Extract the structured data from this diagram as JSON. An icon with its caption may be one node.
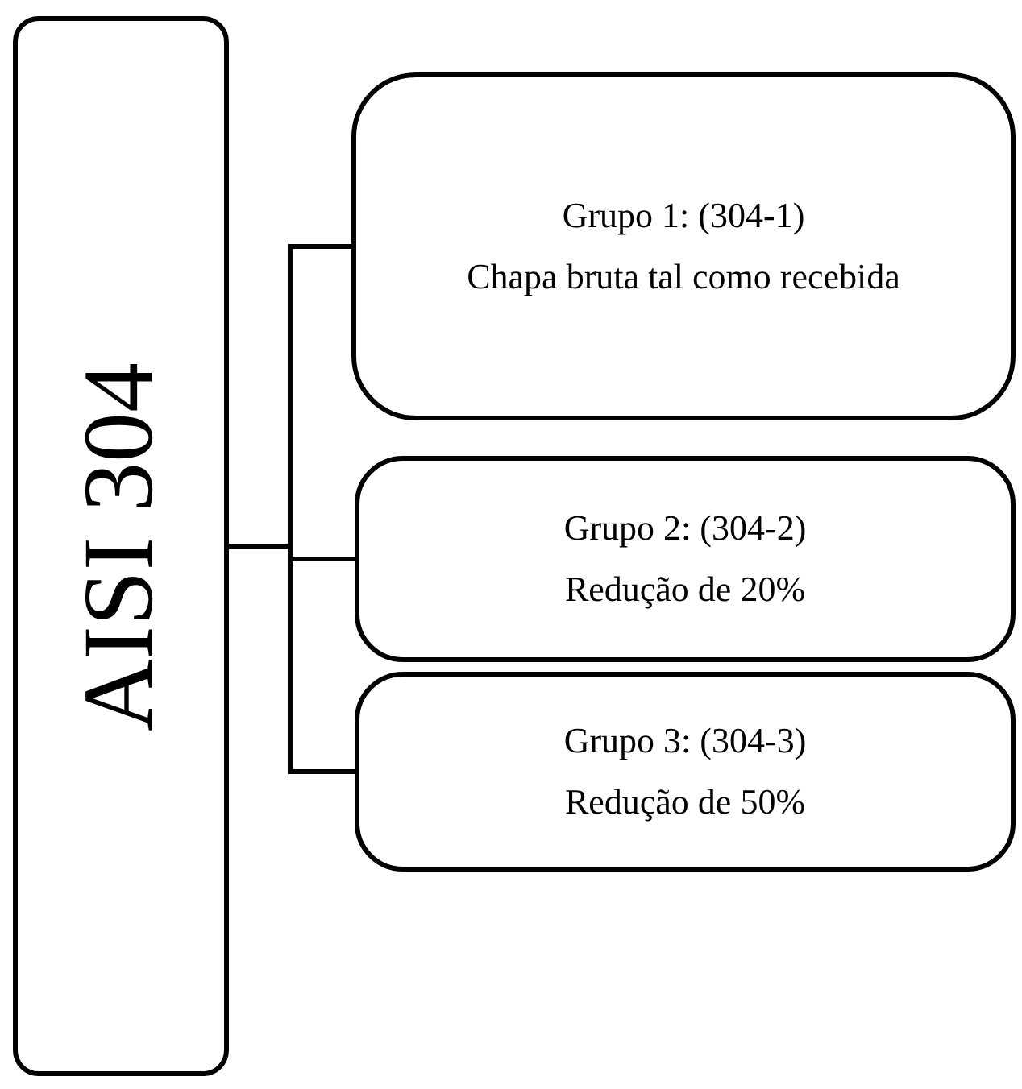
{
  "diagram": {
    "nodes": [
      {
        "text": [
          "AISI 304"
        ]
      },
      {
        "text": [
          "Grupo 1: (304-1)",
          "Chapa bruta tal como recebida"
        ]
      },
      {
        "text": [
          "Grupo 2: (304-2)",
          "Redução de 20%"
        ]
      },
      {
        "text": [
          "Grupo 3: (304-3)",
          "Redução de 50%"
        ]
      }
    ],
    "edges": [
      {
        "from": 0,
        "to": 1,
        "arrow": "none"
      },
      {
        "from": 0,
        "to": 2,
        "arrow": "none"
      },
      {
        "from": 0,
        "to": 3,
        "arrow": "none"
      }
    ]
  }
}
